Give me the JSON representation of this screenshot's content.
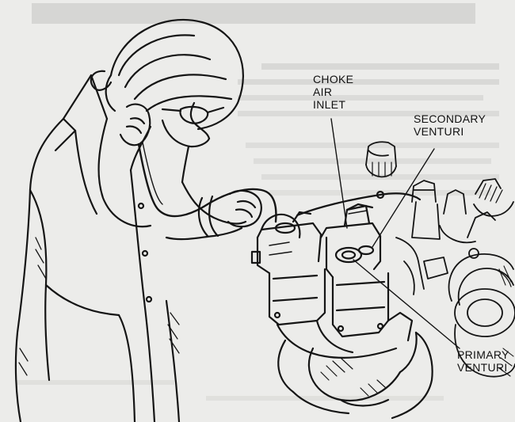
{
  "labels": {
    "choke_air_inlet": [
      "CHOKE",
      "AIR",
      "INLET"
    ],
    "secondary_venturi": [
      "SECONDARY",
      "VENTURI"
    ],
    "primary_venturi": [
      "PRIMARY",
      "VENTURI"
    ]
  },
  "colors": {
    "paper": "#ececea",
    "ink": "#151515",
    "bleed_text": "#b9b9b6"
  }
}
